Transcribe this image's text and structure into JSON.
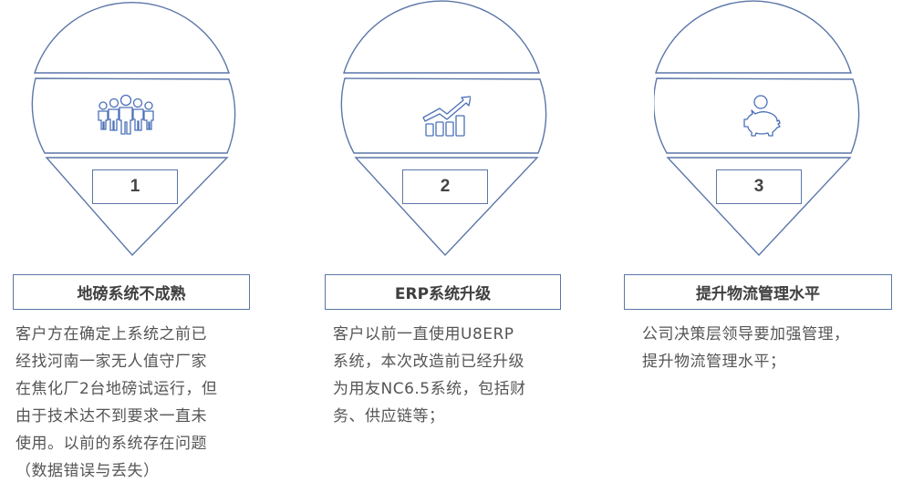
{
  "colors": {
    "outline": "#5b76a8",
    "text": "#555555",
    "title_text": "#3f3f3f"
  },
  "items": [
    {
      "number": "1",
      "icon": "people-group-icon",
      "title": "地磅系统不成熟",
      "description": "客户方在确定上系统之前已\n经找河南一家无人值守厂家\n在焦化厂2台地磅试运行，但\n由于技术达不到要求一直未\n使用。以前的系统存在问题\n（数据错误与丢失）"
    },
    {
      "number": "2",
      "icon": "growth-chart-icon",
      "title": "ERP系统升级",
      "description": "客户以前一直使用U8ERP\n系统，本次改造前已经升级\n为用友NC6.5系统，包括财\n务、供应链等；"
    },
    {
      "number": "3",
      "icon": "piggy-bank-icon",
      "title": "提升物流管理水平",
      "description": "公司决策层领导要加强管理，\n提升物流管理水平；"
    }
  ]
}
